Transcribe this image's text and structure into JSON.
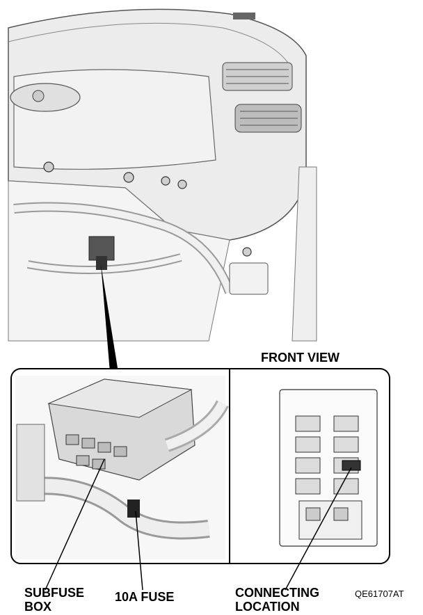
{
  "labels": {
    "front_view": "FRONT VIEW",
    "subfuse_box_line1": "SUBFUSE",
    "subfuse_box_line2": "BOX",
    "fuse_10a": "10A FUSE",
    "connecting_line1": "CONNECTING",
    "connecting_line2": "LOCATION",
    "figure_code": "QE61707AT"
  },
  "colors": {
    "ink": "#000000",
    "panel": "#e6e6e6",
    "panel_dark": "#b8b8b8",
    "highlight": "#333333"
  }
}
